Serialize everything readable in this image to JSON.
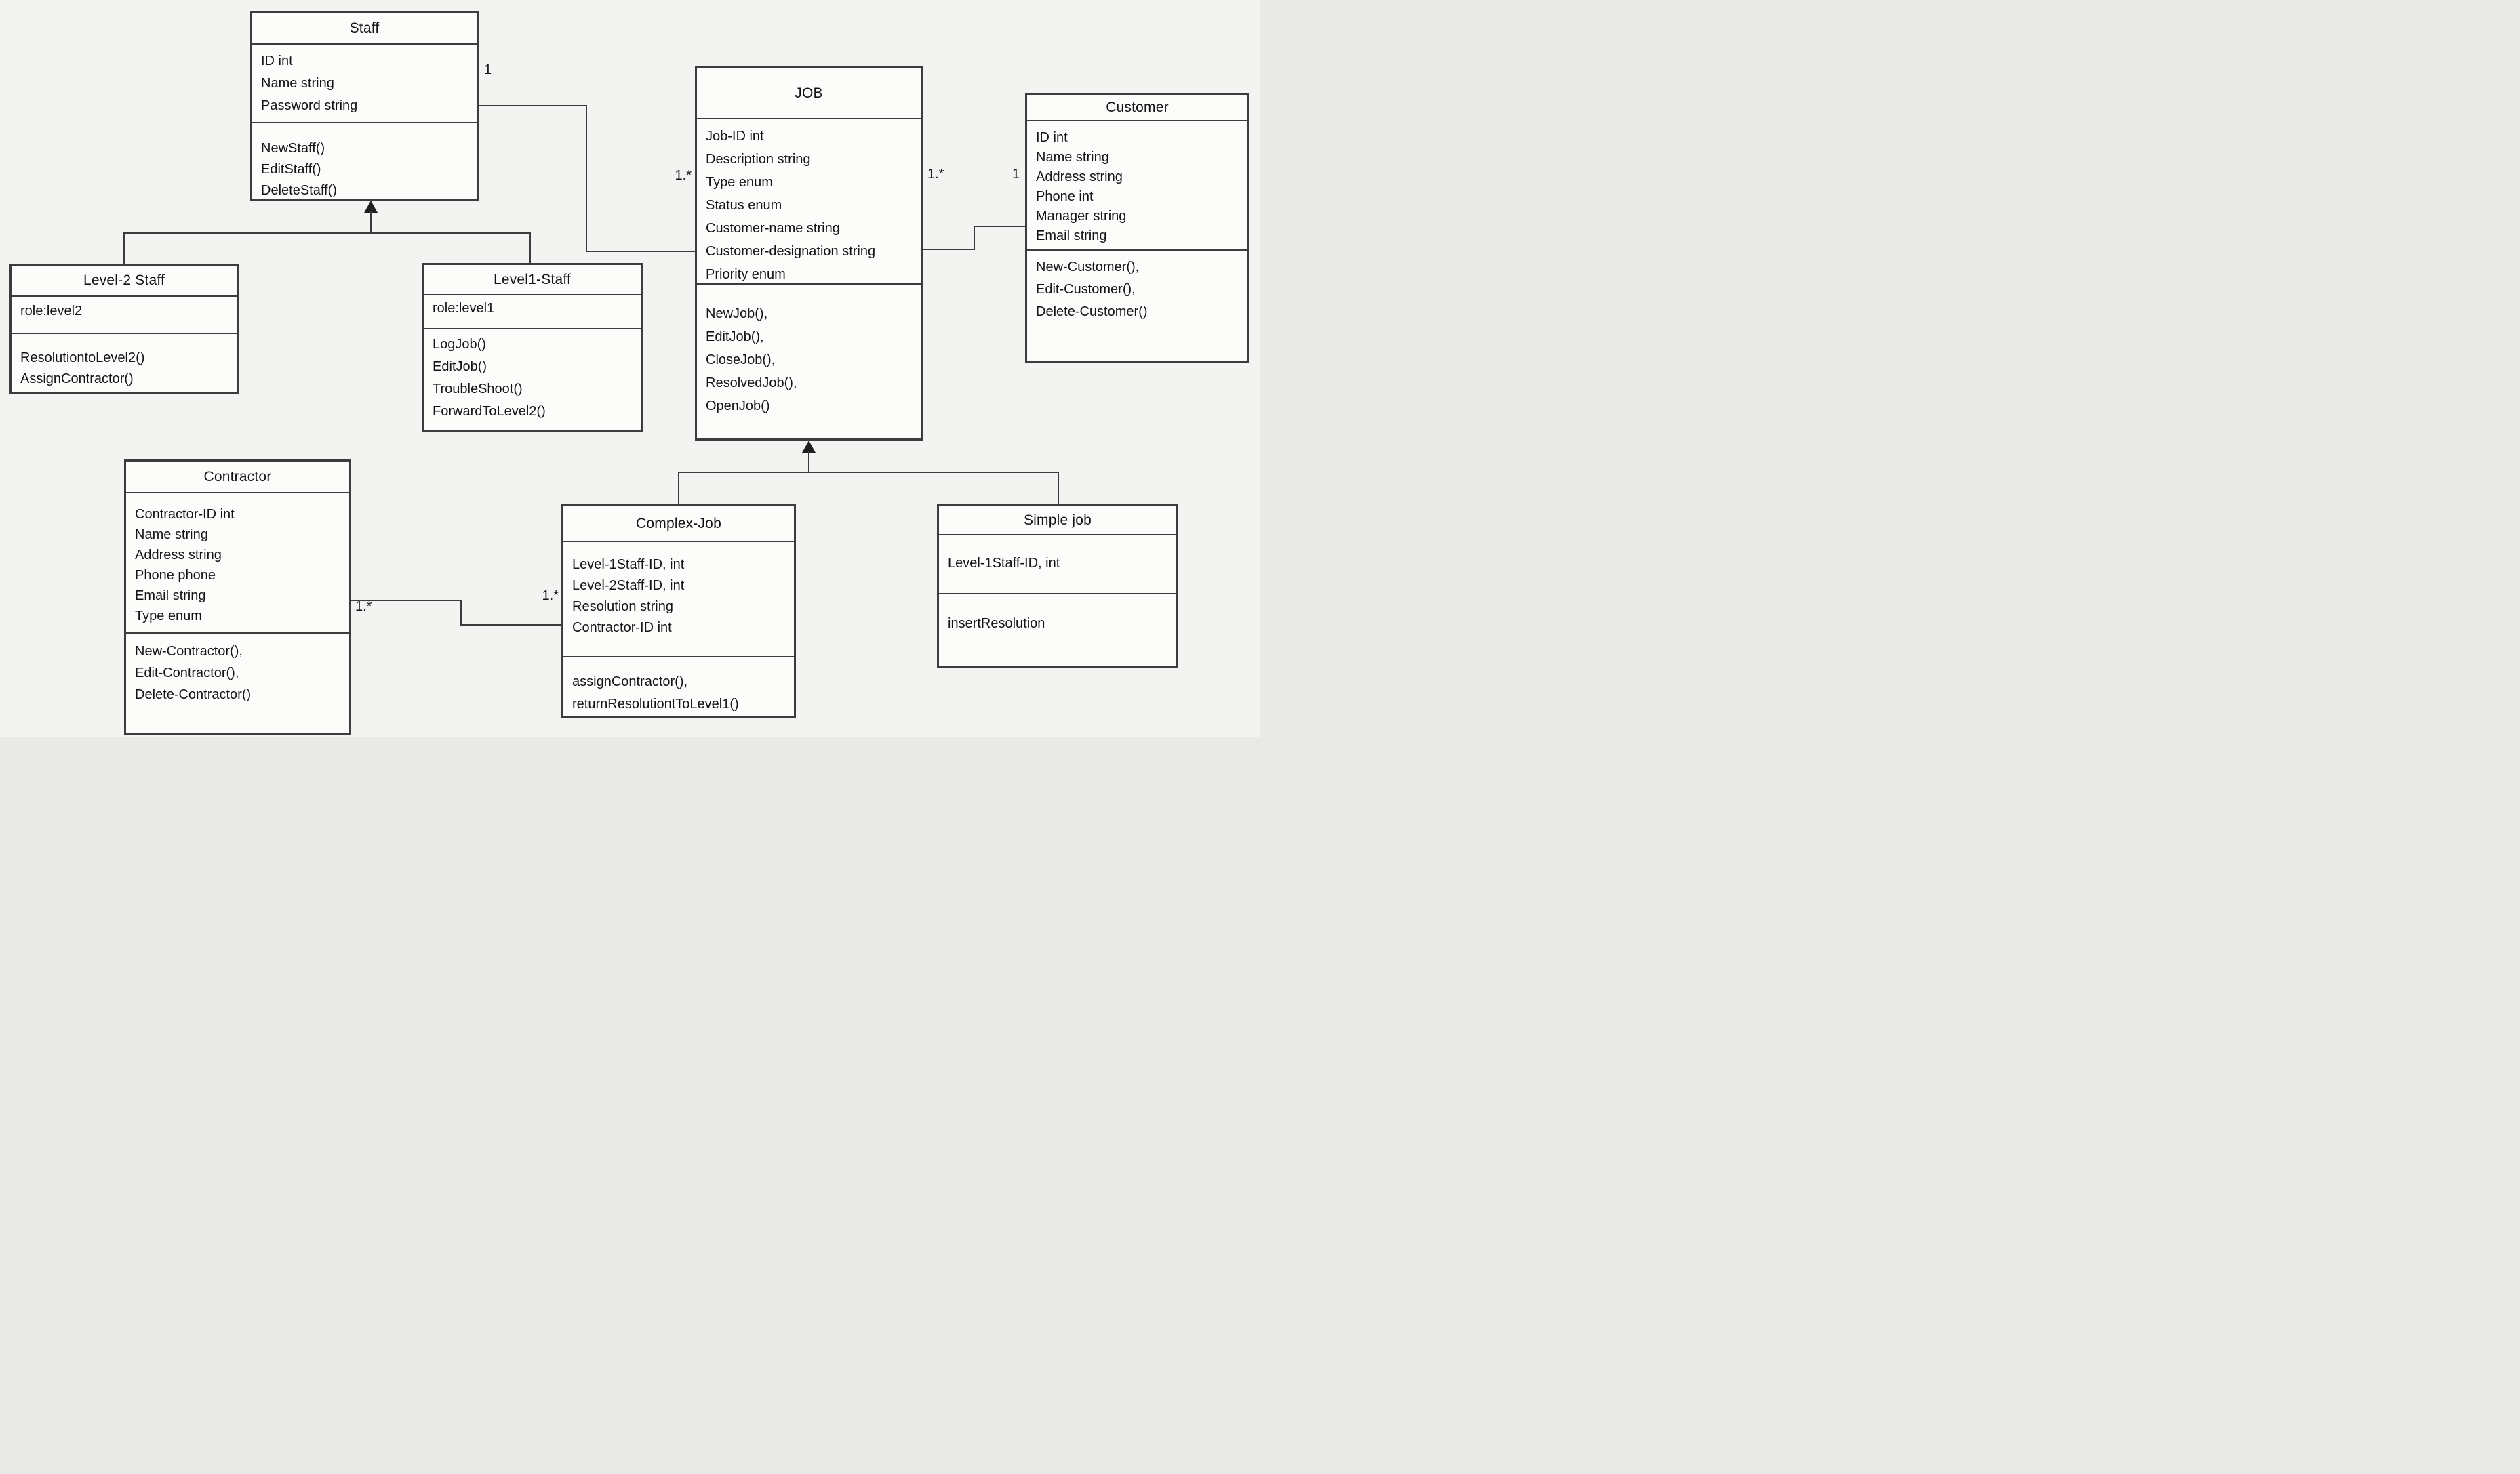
{
  "diagram_type": "uml-class-diagram",
  "colors": {
    "line": "#3c3c3c",
    "text": "#141414",
    "box_background": "#fcfcfb",
    "page_background": "#f3f3f1"
  },
  "classes": {
    "staff": {
      "name": "Staff",
      "attributes": [
        "ID int",
        "Name string",
        "Password string"
      ],
      "methods": [
        "NewStaff()",
        "EditStaff()",
        "DeleteStaff()"
      ]
    },
    "job": {
      "name": "JOB",
      "attributes": [
        "Job-ID int",
        "Description string",
        "Type enum",
        "Status enum",
        "Customer-name string",
        "Customer-designation string",
        "Priority enum"
      ],
      "methods": [
        "NewJob(),",
        "EditJob(),",
        "CloseJob(),",
        "ResolvedJob(),",
        "OpenJob()"
      ]
    },
    "customer": {
      "name": "Customer",
      "attributes": [
        "ID int",
        "Name string",
        "Address string",
        "Phone int",
        "Manager string",
        "Email string"
      ],
      "methods": [
        "New-Customer(),",
        "Edit-Customer(),",
        "Delete-Customer()"
      ]
    },
    "level2_staff": {
      "name": "Level-2 Staff",
      "attributes": [
        "role:level2"
      ],
      "methods": [
        "ResolutiontoLevel2()",
        "AssignContractor()"
      ]
    },
    "level1_staff": {
      "name": "Level1-Staff",
      "attributes": [
        "role:level1"
      ],
      "methods": [
        "LogJob()",
        "EditJob()",
        "TroubleShoot()",
        "ForwardToLevel2()"
      ]
    },
    "contractor": {
      "name": "Contractor",
      "attributes": [
        "Contractor-ID int",
        "Name string",
        "Address string",
        "Phone phone",
        "Email string",
        "Type enum"
      ],
      "methods": [
        "New-Contractor(),",
        "Edit-Contractor(),",
        "Delete-Contractor()"
      ]
    },
    "complex_job": {
      "name": "Complex-Job",
      "attributes": [
        "Level-1Staff-ID, int",
        "Level-2Staff-ID, int",
        "Resolution string",
        "Contractor-ID int"
      ],
      "methods": [
        "assignContractor(),",
        "returnResolutiontToLevel1()"
      ]
    },
    "simple_job": {
      "name": "Simple job",
      "attributes": [
        "Level-1Staff-ID, int"
      ],
      "methods": [
        "insertResolution"
      ]
    }
  },
  "multiplicities": {
    "staff_job": {
      "staff_end": "1",
      "job_end": "1.*"
    },
    "job_customer": {
      "job_end": "1.*",
      "customer_end": "1"
    },
    "contractor_complex_job": {
      "contractor_end": "1.*",
      "complex_job_end": "1.*"
    }
  },
  "relationships": [
    {
      "type": "association",
      "from": "Staff",
      "to": "JOB",
      "from_multiplicity": "1",
      "to_multiplicity": "1.*"
    },
    {
      "type": "association",
      "from": "JOB",
      "to": "Customer",
      "from_multiplicity": "1.*",
      "to_multiplicity": "1"
    },
    {
      "type": "generalization",
      "parent": "Staff",
      "children": [
        "Level-2 Staff",
        "Level1-Staff"
      ]
    },
    {
      "type": "generalization",
      "parent": "JOB",
      "children": [
        "Complex-Job",
        "Simple job"
      ]
    },
    {
      "type": "association",
      "from": "Contractor",
      "to": "Complex-Job",
      "from_multiplicity": "1.*",
      "to_multiplicity": "1.*"
    }
  ]
}
